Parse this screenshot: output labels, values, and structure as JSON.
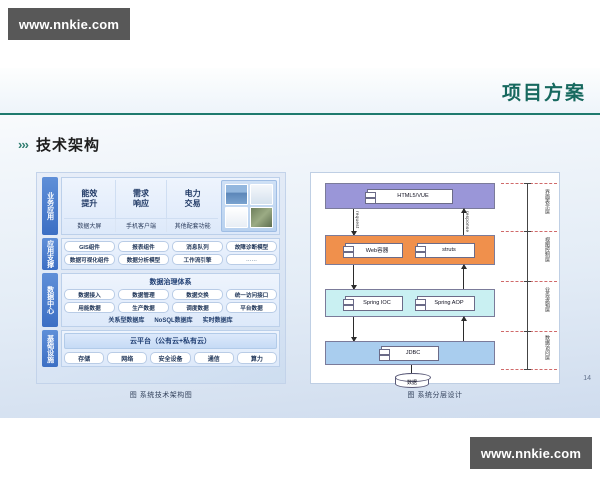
{
  "watermark": {
    "text": "www.nnkie.com"
  },
  "header": {
    "title": "项目方案"
  },
  "section": {
    "chevrons": "›››",
    "title": "技术架构"
  },
  "page_number": "14",
  "left_diagram": {
    "caption": "图 系统技术架构图",
    "layers": [
      {
        "tab": "业务应用",
        "main_cells": [
          "能效\n提升",
          "需求\n响应",
          "电力\n交易"
        ],
        "sub_cells": [
          "数据大屏",
          "手机客户端",
          "其他配套功能"
        ],
        "thumbnails": [
          "screen-thumbnail",
          "tablet-thumbnail",
          "phone-thumbnail",
          "map-thumbnail"
        ]
      },
      {
        "tab": "应用支撑",
        "rows": [
          [
            "GIS组件",
            "报表组件",
            "消息队列",
            "故障诊断模型"
          ],
          [
            "数据可视化组件",
            "数据分析模型",
            "工作流引擎",
            "……"
          ]
        ]
      },
      {
        "tab": "数据中心",
        "title": "数据治理体系",
        "rows": [
          [
            "数据接入",
            "数据管理",
            "数据交换",
            "统一访问接口"
          ],
          [
            "用能数据",
            "生产数据",
            "调度数据",
            "平台数据"
          ]
        ],
        "databases": [
          "关系型数据库",
          "NoSQL数据库",
          "实时数据库"
        ]
      },
      {
        "tab": "基础设施",
        "cloud": "云平台（公有云+私有云）",
        "items": [
          "存储",
          "网络",
          "安全设备",
          "通信",
          "算力"
        ]
      }
    ]
  },
  "right_diagram": {
    "caption": "图 系统分层设计",
    "layers": [
      {
        "name": "presentation",
        "color": "#9a96d8",
        "nodes": [
          "HTML5/VUE"
        ]
      },
      {
        "name": "control",
        "color": "#f0904c",
        "nodes": [
          "Web容器",
          "struts"
        ]
      },
      {
        "name": "business",
        "color": "#c9f0f2",
        "nodes": [
          "Spring IOC",
          "Spring AOP"
        ]
      },
      {
        "name": "data-access",
        "color": "#a9cdee",
        "nodes": [
          "JDBC"
        ]
      }
    ],
    "arrow_labels": [
      "request",
      "response"
    ],
    "side_labels": [
      "界面表示层",
      "视图控制层",
      "业务逻辑层",
      "数据访问层"
    ],
    "database": "数据"
  }
}
